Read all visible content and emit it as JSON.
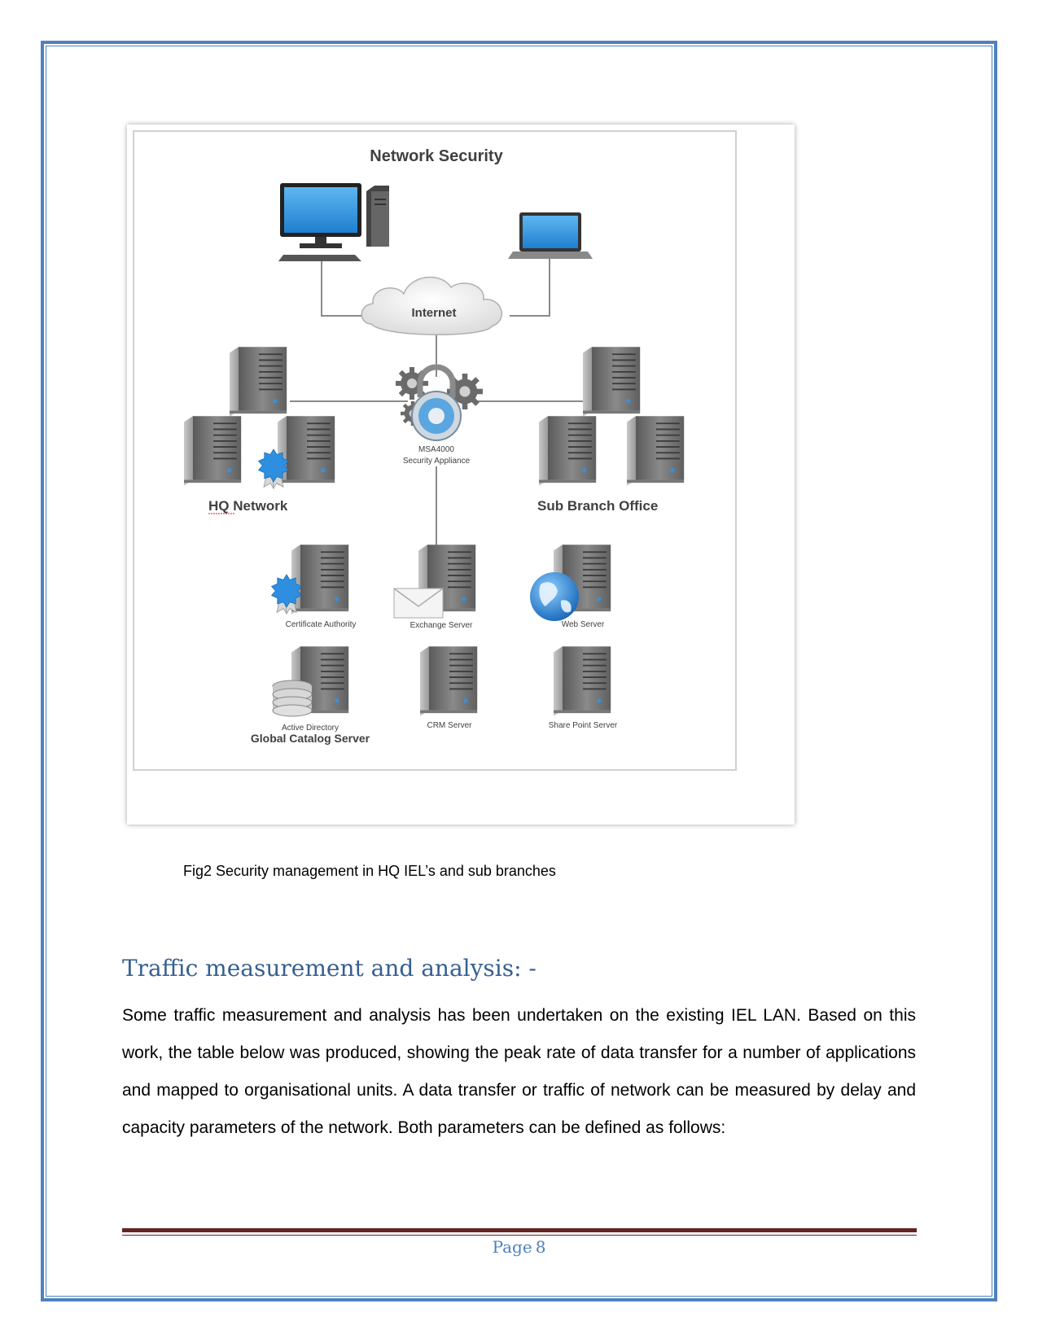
{
  "figure": {
    "title": "Network Security",
    "internet_label": "Internet",
    "appliance_line1": "MSA4000",
    "appliance_line2": "Security Appliance",
    "hq_label": "HQ Network",
    "branch_label": "Sub Branch Office",
    "servers": {
      "certificate_authority": "Certificate Authority",
      "exchange": "Exchange Server",
      "web": "Web Server",
      "active_directory": "Active Directory",
      "global_catalog": "Global Catalog Server",
      "crm": "CRM Server",
      "sharepoint": "Share Point Server"
    }
  },
  "caption": "Fig2 Security management in HQ IEL’s and sub branches",
  "section": {
    "heading": "Traffic measurement and analysis: -",
    "paragraph": "Some traffic measurement and analysis has been undertaken on the existing IEL LAN. Based on this work, the table below was produced, showing the peak rate of data transfer for a number of applications and mapped to organisational units. A data transfer or traffic of network can be measured by delay and capacity parameters of the network. Both parameters can be defined as follows:"
  },
  "footer": {
    "page_label": "Page",
    "page_number": "8"
  },
  "colors": {
    "page_border": "#4f81bd",
    "heading": "#365f91",
    "footer_rule": "#632523",
    "page_number": "#4f81bd"
  }
}
